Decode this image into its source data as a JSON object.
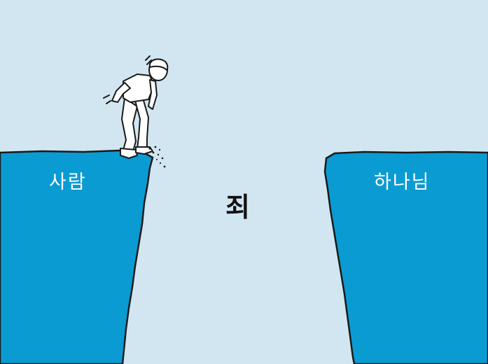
{
  "labels": {
    "left_cliff": "사람",
    "right_cliff": "하나님",
    "gap": "죄"
  },
  "colors": {
    "sky": "#d2e6f1",
    "cliff": "#0a9bd3",
    "outline": "#1a1a1a",
    "text_on_cliff": "#ffffff",
    "gap_text": "#111111"
  },
  "icons": [
    "person-at-cliff-edge-icon",
    "falling-pebbles-icon"
  ]
}
